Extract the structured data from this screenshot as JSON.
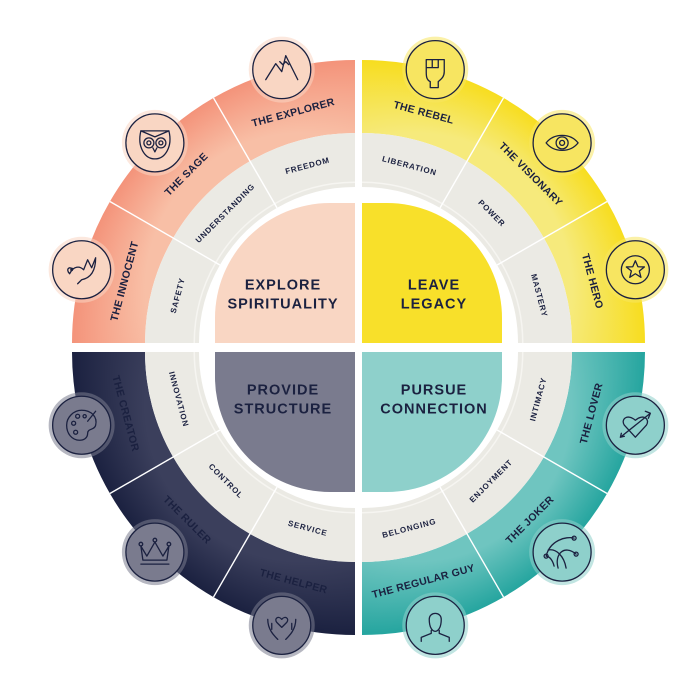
{
  "quadrants": [
    {
      "id": "tl",
      "core_lines": [
        "EXPLORE",
        "SPIRITUALITY"
      ],
      "colors": {
        "outer": "#f4937a",
        "outer_light": "#f8bfa6",
        "core": "#f9d6c3",
        "core_text": "#1b2140",
        "icon_fill": "#f9d6c3"
      },
      "segments": [
        {
          "archetype": "THE INNOCENT",
          "need": "SAFETY",
          "icon": "dove-icon"
        },
        {
          "archetype": "THE SAGE",
          "need": "UNDERSTANDING",
          "icon": "owl-icon"
        },
        {
          "archetype": "THE EXPLORER",
          "need": "FREEDOM",
          "icon": "mountain-icon"
        }
      ]
    },
    {
      "id": "tr",
      "core_lines": [
        "LEAVE",
        "LEGACY"
      ],
      "colors": {
        "outer": "#f7dd1f",
        "outer_light": "#f6ea7c",
        "core": "#f8e02a",
        "core_text": "#1b2140",
        "icon_fill": "#f7e561"
      },
      "segments": [
        {
          "archetype": "THE REBEL",
          "need": "LIBERATION",
          "icon": "fist-icon"
        },
        {
          "archetype": "THE VISIONARY",
          "need": "POWER",
          "icon": "eye-icon"
        },
        {
          "archetype": "THE HERO",
          "need": "MASTERY",
          "icon": "star-badge-icon"
        }
      ]
    },
    {
      "id": "br",
      "core_lines": [
        "PURSUE",
        "CONNECTION"
      ],
      "colors": {
        "outer": "#25a59f",
        "outer_light": "#6fc5c0",
        "core": "#8ed0cb",
        "core_text": "#1b2140",
        "icon_fill": "#8ed0cb"
      },
      "segments": [
        {
          "archetype": "THE LOVER",
          "need": "INTIMACY",
          "icon": "heart-arrow-icon"
        },
        {
          "archetype": "THE JOKER",
          "need": "ENJOYMENT",
          "icon": "jester-hat-icon"
        },
        {
          "archetype": "THE REGULAR GUY",
          "need": "BELONGING",
          "icon": "person-icon"
        }
      ]
    },
    {
      "id": "bl",
      "core_lines": [
        "PROVIDE",
        "STRUCTURE"
      ],
      "colors": {
        "outer": "#1b2140",
        "outer_light": "#3b3f5c",
        "core": "#7a7b8e",
        "core_text": "#1b2140",
        "icon_fill": "#7a7b8e"
      },
      "segments": [
        {
          "archetype": "THE HELPER",
          "need": "SERVICE",
          "icon": "heart-hands-icon"
        },
        {
          "archetype": "THE RULER",
          "need": "CONTROL",
          "icon": "crown-icon"
        },
        {
          "archetype": "THE CREATOR",
          "need": "INNOVATION",
          "icon": "palette-icon"
        }
      ]
    }
  ],
  "colors": {
    "band": "#ebeae4",
    "band_line": "#f6f5f1",
    "ink": "#1b2140",
    "divider": "#ffffff"
  }
}
